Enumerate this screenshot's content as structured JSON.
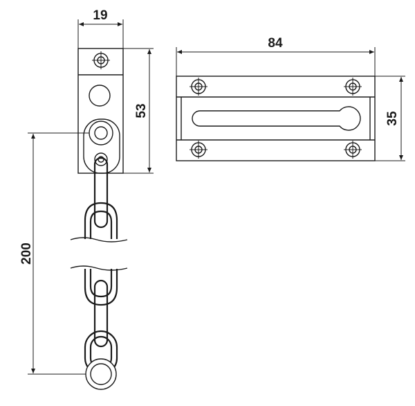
{
  "dimensions": {
    "guard_width": "19",
    "guard_height": "53",
    "chain_length": "200",
    "plate_width": "84",
    "plate_height": "35"
  },
  "colors": {
    "line": "#1a1a1a",
    "background": "#ffffff"
  }
}
